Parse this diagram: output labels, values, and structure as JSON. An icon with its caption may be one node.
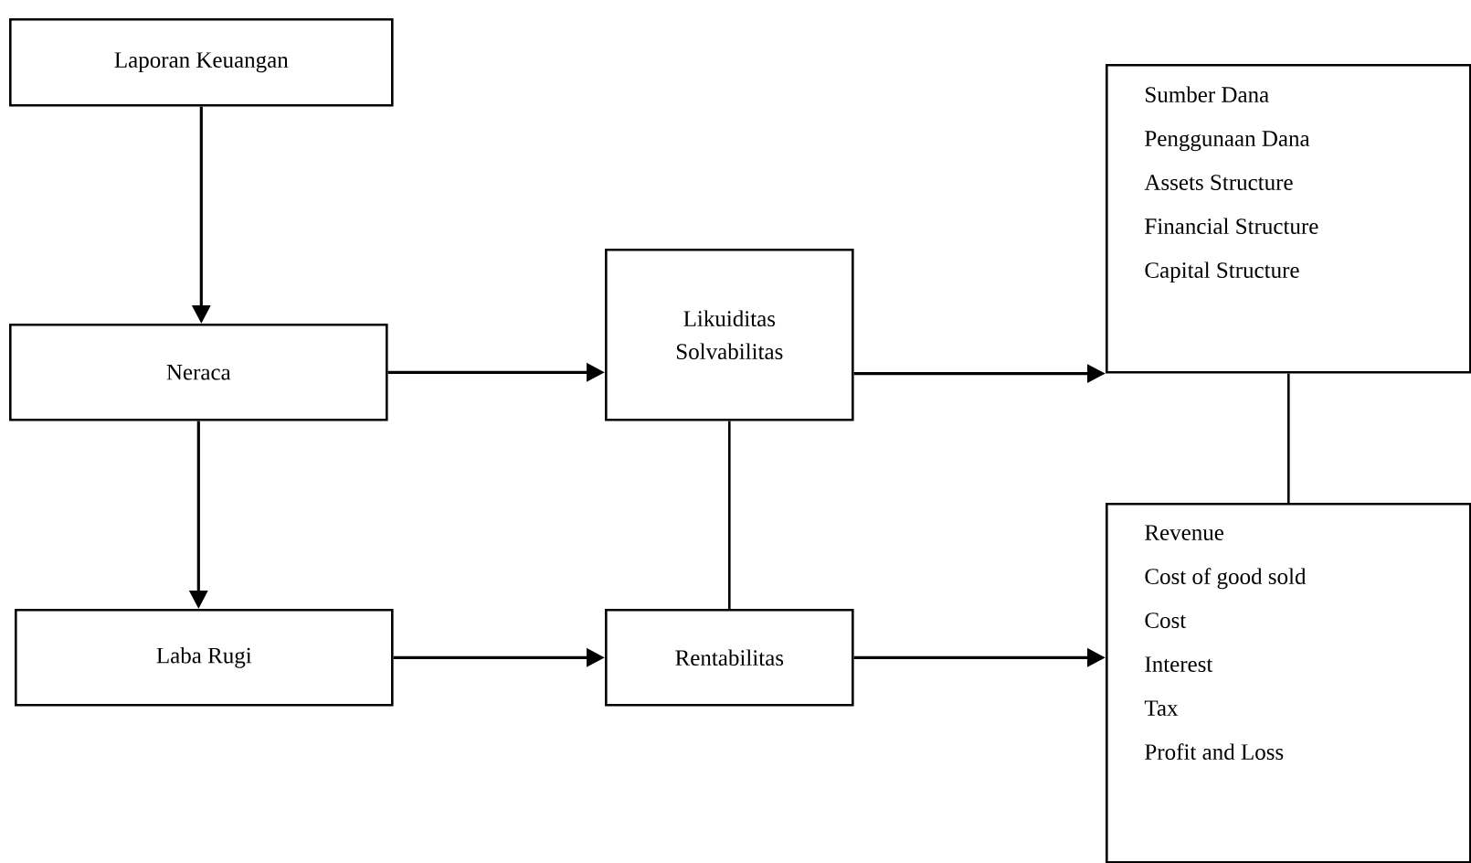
{
  "diagram": {
    "nodes": [
      {
        "text": [
          "Laporan Keuangan"
        ]
      },
      {
        "text": [
          "Neraca"
        ]
      },
      {
        "text": [
          "Likuiditas",
          "Solvabilitas"
        ]
      },
      {
        "text": [
          "Sumber Dana",
          "Penggunaan Dana",
          "Assets Structure",
          "Financial Structure",
          "Capital Structure"
        ]
      },
      {
        "text": [
          "Laba Rugi"
        ]
      },
      {
        "text": [
          "Rentabilitas"
        ]
      },
      {
        "text": [
          "Revenue",
          "Cost of good sold",
          "Cost",
          "Interest",
          "Tax",
          "Profit and Loss"
        ]
      }
    ],
    "edges": [
      {
        "from": 0,
        "to": 1,
        "arrow": "to"
      },
      {
        "from": 1,
        "to": 2,
        "arrow": "to"
      },
      {
        "from": 1,
        "to": 4,
        "arrow": "to"
      },
      {
        "from": 2,
        "to": 3,
        "arrow": "to"
      },
      {
        "from": 4,
        "to": 5,
        "arrow": "to"
      },
      {
        "from": 5,
        "to": 6,
        "arrow": "to"
      },
      {
        "from": 2,
        "to": 5,
        "arrow": "none"
      },
      {
        "from": 3,
        "to": 6,
        "arrow": "none"
      }
    ]
  }
}
